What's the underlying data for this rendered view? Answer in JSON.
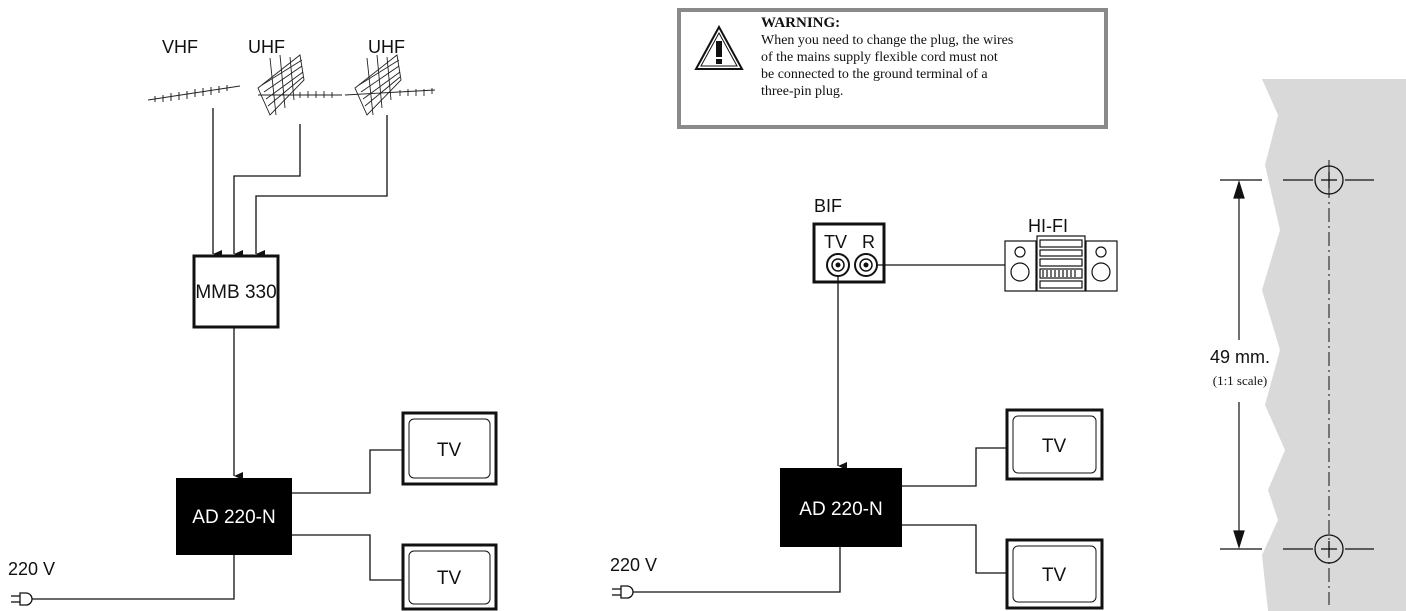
{
  "left_diagram": {
    "antenna_labels": [
      "VHF",
      "UHF",
      "UHF"
    ],
    "amplifier_label": "MMB 330",
    "distributor_label": "AD 220-N",
    "tv_labels": [
      "TV",
      "TV"
    ],
    "power_label": "220 V"
  },
  "warning": {
    "title": "WARNING:",
    "lines": [
      "When you need to change the plug, the wires",
      "of the mains supply flexible cord must not",
      "be connected to the ground terminal of a",
      "three-pin plug."
    ]
  },
  "middle_diagram": {
    "bif_label": "BIF",
    "bif_ports": [
      "TV",
      "R"
    ],
    "hifi_label": "HI-FI",
    "distributor_label": "AD 220-N",
    "tv_labels": [
      "TV",
      "TV"
    ],
    "power_label": "220 V"
  },
  "mounting_template": {
    "distance_label": "49 mm.",
    "scale_label": "(1:1 scale)"
  }
}
